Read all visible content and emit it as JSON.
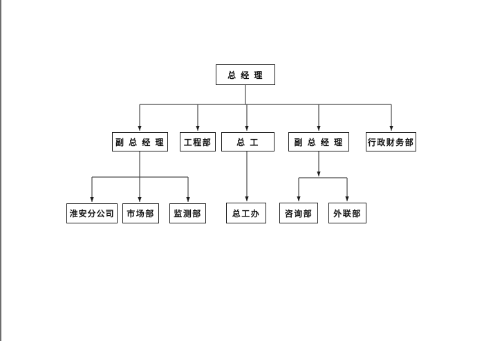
{
  "diagram": {
    "type": "org-chart",
    "title": "",
    "colors": {
      "background": "#ffffff",
      "box_border": "#1c1c1c",
      "box_fill": "#ffffff",
      "line": "#4a4a4a",
      "text": "#111111",
      "page_edge_line": "#6e6e6e"
    },
    "nodes": [
      {
        "id": "gm",
        "label": "总 经 理",
        "level": 1,
        "reports_to": null
      },
      {
        "id": "dgm1",
        "label": "副 总 经 理",
        "level": 2,
        "reports_to": "gm"
      },
      {
        "id": "eng",
        "label": "工程部",
        "level": 2,
        "reports_to": "gm"
      },
      {
        "id": "ce",
        "label": "总 工",
        "level": 2,
        "reports_to": "gm"
      },
      {
        "id": "dgm2",
        "label": "副 总 经 理",
        "level": 2,
        "reports_to": "gm"
      },
      {
        "id": "adminfin",
        "label": "行政财务部",
        "level": 2,
        "reports_to": "gm"
      },
      {
        "id": "huaian",
        "label": "淮安分公司",
        "level": 3,
        "reports_to": "dgm1"
      },
      {
        "id": "market",
        "label": "市场部",
        "level": 3,
        "reports_to": "dgm1"
      },
      {
        "id": "monitor",
        "label": "监测部",
        "level": 3,
        "reports_to": "dgm1"
      },
      {
        "id": "ceoffice",
        "label": "总工办",
        "level": 3,
        "reports_to": "ce"
      },
      {
        "id": "consult",
        "label": "咨询部",
        "level": 3,
        "reports_to": "dgm2"
      },
      {
        "id": "external",
        "label": "外联部",
        "level": 3,
        "reports_to": "dgm2"
      }
    ],
    "edges": [
      {
        "from": "gm",
        "to": "dgm1"
      },
      {
        "from": "gm",
        "to": "eng"
      },
      {
        "from": "gm",
        "to": "ce"
      },
      {
        "from": "gm",
        "to": "dgm2"
      },
      {
        "from": "gm",
        "to": "adminfin"
      },
      {
        "from": "dgm1",
        "to": "huaian"
      },
      {
        "from": "dgm1",
        "to": "market"
      },
      {
        "from": "dgm1",
        "to": "monitor"
      },
      {
        "from": "ce",
        "to": "ceoffice"
      },
      {
        "from": "dgm2",
        "to": "consult"
      },
      {
        "from": "dgm2",
        "to": "external"
      }
    ]
  }
}
